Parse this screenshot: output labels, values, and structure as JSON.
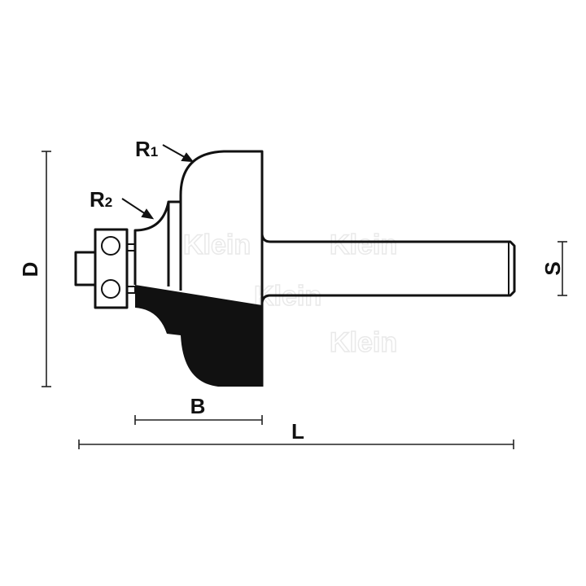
{
  "diagram": {
    "labels": {
      "r1_main": "R",
      "r1_sub": "1",
      "r2_main": "R",
      "r2_sub": "2",
      "d": "D",
      "b": "B",
      "l": "L",
      "s": "S"
    },
    "watermark": "Klein",
    "colors": {
      "stroke": "#111111",
      "fill_dark": "#111111",
      "background": "#ffffff",
      "watermark": "#e9e9e9"
    }
  }
}
